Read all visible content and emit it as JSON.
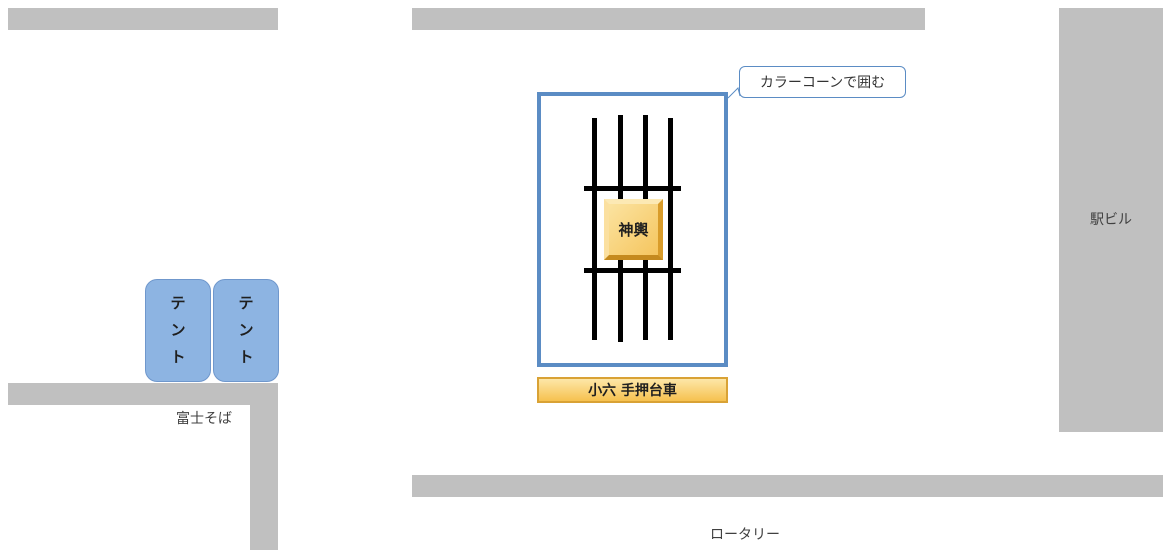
{
  "labels": {
    "fuji_soba": "富士そば",
    "station_building": "駅ビル",
    "rotary": "ロータリー"
  },
  "tents": [
    {
      "chars": [
        "テ",
        "ン",
        "ト"
      ]
    },
    {
      "chars": [
        "テ",
        "ン",
        "ト"
      ]
    }
  ],
  "mikoshi": {
    "label": "神輿"
  },
  "cart": {
    "label": "小六 手押台車"
  },
  "callout": {
    "text": "カラーコーンで囲む"
  },
  "colors": {
    "wall": "#c0c0c0",
    "tent": "#8db4e2",
    "frame": "#5b8cc4",
    "gold": "#f5c55e"
  }
}
